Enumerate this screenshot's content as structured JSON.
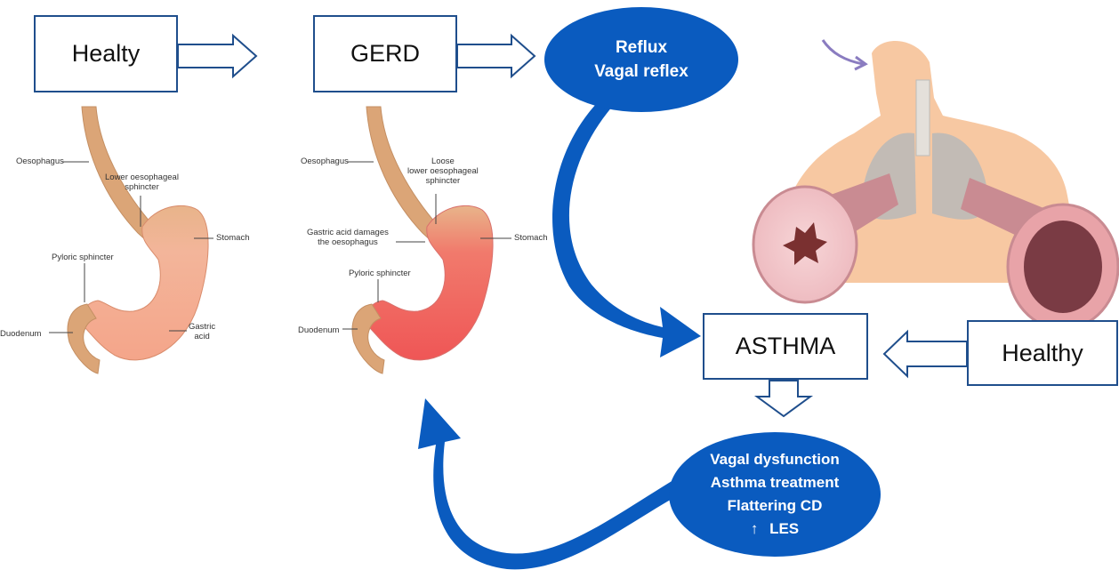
{
  "boxes": {
    "healthy_gi": "Healty",
    "gerd": "GERD",
    "asthma": "ASTHMA",
    "healthy_lung": "Healthy"
  },
  "ovals": {
    "top": [
      "Reflux",
      "Vagal reflex"
    ],
    "bottom": [
      "Vagal dysfunction",
      "Asthma treatment",
      "Flattering CD",
      "LES"
    ],
    "bottom_arrow_glyph": "↑"
  },
  "stomach_left": {
    "oesophagus": "Oesophagus",
    "lower_sphincter": [
      "Lower oesophageal",
      "sphincter"
    ],
    "stomach": "Stomach",
    "pyloric": "Pyloric sphincter",
    "duodenum": "Duodenum",
    "gastric_acid": [
      "Gastric",
      "acid"
    ]
  },
  "stomach_right": {
    "oesophagus": "Oesophagus",
    "loose_sphincter": [
      "Loose",
      "lower oesophageal",
      "sphincter"
    ],
    "acid_damage": [
      "Gastric acid damages",
      "the oesophagus"
    ],
    "stomach": "Stomach",
    "pyloric": "Pyloric sphincter",
    "duodenum": "Duodenum"
  },
  "colors": {
    "oval_fill": "#0a5bbf",
    "box_border": "#1f4e8c",
    "stomach_healthy": "#f2a98a",
    "stomach_gerd": "#ef5b5b",
    "oesophagus": "#dba577"
  }
}
